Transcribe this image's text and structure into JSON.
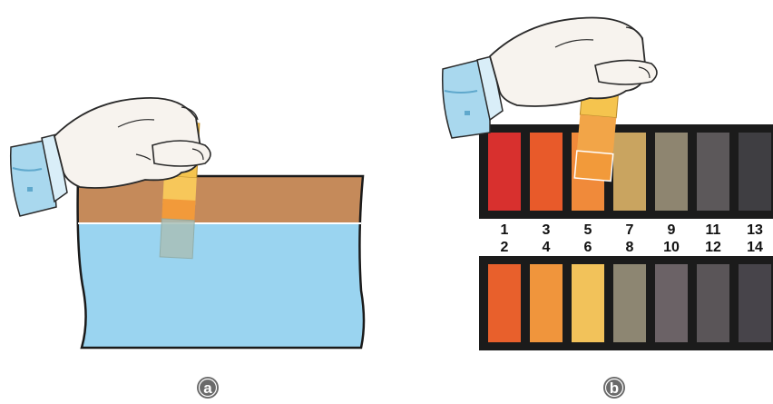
{
  "panels": [
    {
      "label": "a"
    },
    {
      "label": "b"
    }
  ],
  "ph_chart": {
    "top_row": {
      "labels": [
        "1",
        "3",
        "5",
        "7",
        "9",
        "11",
        "13"
      ],
      "colors": [
        "#d8302e",
        "#e85a2a",
        "#f08a3a",
        "#c9a460",
        "#8e8570",
        "#5c585a",
        "#3f3e42"
      ]
    },
    "bottom_row": {
      "labels": [
        "2",
        "4",
        "6",
        "8",
        "10",
        "12",
        "14"
      ],
      "colors": [
        "#e8602c",
        "#f0953c",
        "#f2c25a",
        "#8d8672",
        "#6b6266",
        "#5a5558",
        "#47444a"
      ]
    },
    "frame_color": "#1b1b1b"
  },
  "beaker": {
    "top_liquid_color": "#c58a5a",
    "bottom_liquid_color": "#9ad4f0"
  },
  "strip_colors": {
    "paper": "#f5c44e",
    "wet_zone": "#f29a3a",
    "submerged": "#a9c0b8"
  }
}
